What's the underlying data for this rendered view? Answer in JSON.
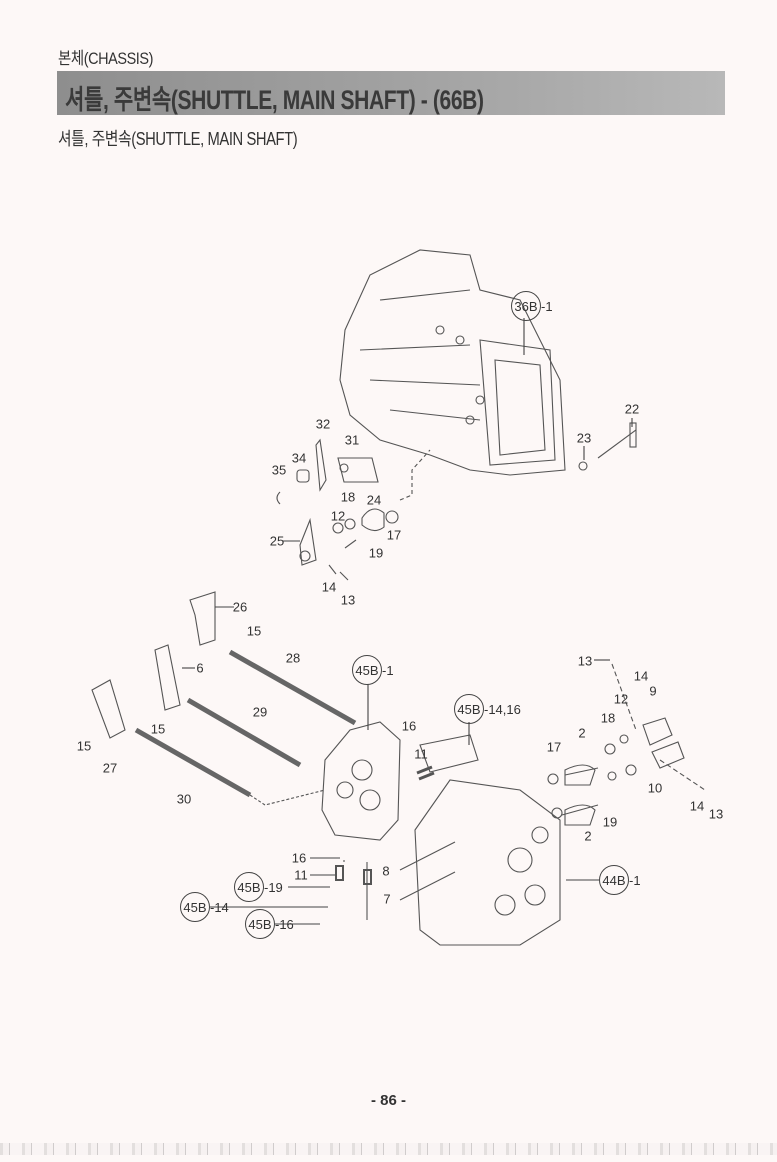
{
  "header": {
    "section": "본체(CHASSIS)",
    "title": "셔틀, 주변속(SHUTTLE, MAIN SHAFT) - (66B)",
    "subtitle": "셔틀, 주변속(SHUTTLE, MAIN SHAFT)"
  },
  "callouts": {
    "top": [
      "22",
      "23",
      "32",
      "31",
      "34",
      "35",
      "18",
      "24",
      "12",
      "17",
      "25",
      "19",
      "14",
      "13"
    ],
    "middle": [
      "26",
      "15",
      "28",
      "6",
      "13",
      "14",
      "9",
      "12",
      "29",
      "18",
      "16",
      "15",
      "15",
      "2",
      "17",
      "11",
      "27",
      "10",
      "14",
      "13",
      "30",
      "19",
      "2",
      "16",
      "11",
      "8",
      "7"
    ]
  },
  "references": [
    {
      "circle": "36B",
      "suffix": "-1"
    },
    {
      "circle": "45B",
      "suffix": "-1"
    },
    {
      "circle": "45B",
      "suffix": "-14,16"
    },
    {
      "circle": "45B",
      "suffix": "-19"
    },
    {
      "circle": "45B",
      "suffix": "-14"
    },
    {
      "circle": "45B",
      "suffix": "-16"
    },
    {
      "circle": "44B",
      "suffix": "-1"
    }
  ],
  "page_number": "- 86 -"
}
